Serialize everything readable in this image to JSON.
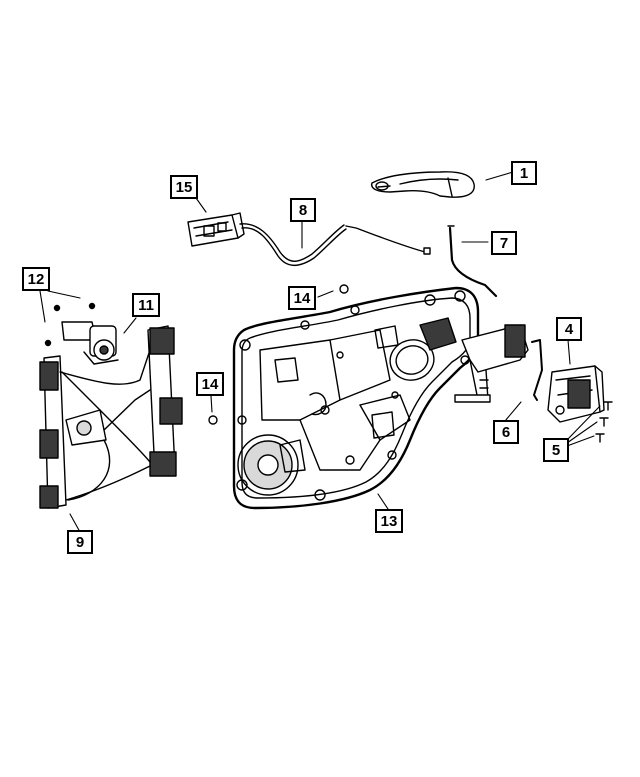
{
  "diagram": {
    "colors": {
      "line": "#000000",
      "part_fill": "#ffffff",
      "shade": "#d9d9d9",
      "dark": "#3a3a3a"
    },
    "callouts": [
      {
        "id": "c1",
        "label": "1"
      },
      {
        "id": "c15",
        "label": "15"
      },
      {
        "id": "c8",
        "label": "8"
      },
      {
        "id": "c7",
        "label": "7"
      },
      {
        "id": "c12",
        "label": "12"
      },
      {
        "id": "c14a",
        "label": "14"
      },
      {
        "id": "c11",
        "label": "11"
      },
      {
        "id": "c4",
        "label": "4"
      },
      {
        "id": "c14b",
        "label": "14"
      },
      {
        "id": "c6",
        "label": "6"
      },
      {
        "id": "c5",
        "label": "5"
      },
      {
        "id": "c13",
        "label": "13"
      },
      {
        "id": "c9",
        "label": "9"
      }
    ]
  }
}
